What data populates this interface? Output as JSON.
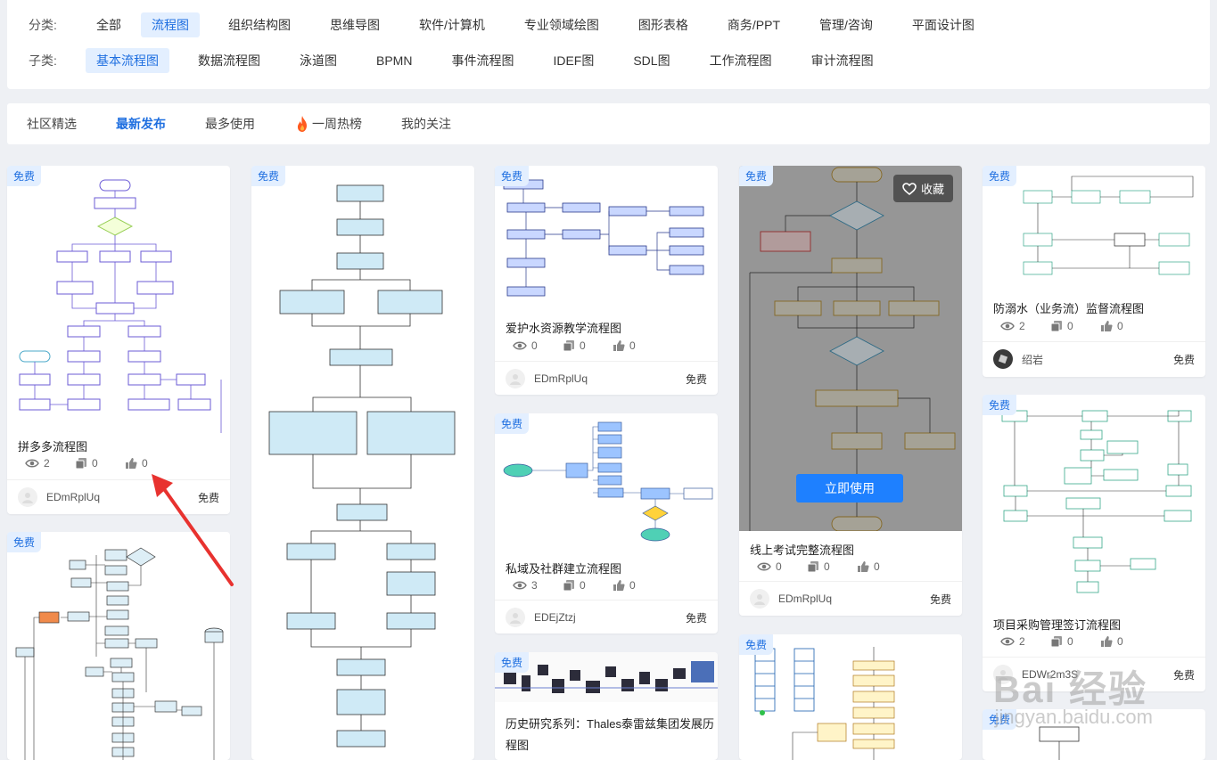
{
  "filters": {
    "category_label": "分类:",
    "categories": [
      "全部",
      "流程图",
      "组织结构图",
      "思维导图",
      "软件/计算机",
      "专业领域绘图",
      "图形表格",
      "商务/PPT",
      "管理/咨询",
      "平面设计图"
    ],
    "subcategory_label": "子类:",
    "subcategories": [
      "基本流程图",
      "数据流程图",
      "泳道图",
      "BPMN",
      "事件流程图",
      "IDEF图",
      "SDL图",
      "工作流程图",
      "审计流程图"
    ]
  },
  "sort_tabs": [
    "社区精选",
    "最新发布",
    "最多使用",
    "一周热榜",
    "我的关注"
  ],
  "cards": [
    {
      "badge": "免费",
      "title": "拼多多流程图",
      "views": "2",
      "copies": "0",
      "likes": "0",
      "author": "EDmRplUq",
      "price": "免费"
    },
    {
      "badge": "免费"
    },
    {
      "badge": "免费"
    },
    {
      "badge": "免费",
      "title": "爱护水资源教学流程图",
      "views": "0",
      "copies": "0",
      "likes": "0",
      "author": "EDmRplUq",
      "price": "免费"
    },
    {
      "badge": "免费",
      "title": "私域及社群建立流程图",
      "views": "3",
      "copies": "0",
      "likes": "0",
      "author": "EDEjZtzj",
      "price": "免费"
    },
    {
      "badge": "免费",
      "title": "历史研究系列：Thales泰雷兹集团发展历",
      "title2": "程图"
    },
    {
      "badge": "免费",
      "title": "线上考试完整流程图",
      "views": "0",
      "copies": "0",
      "likes": "0",
      "author": "EDmRplUq",
      "price": "免费",
      "collect": "收藏",
      "use": "立即使用"
    },
    {
      "badge": "免费"
    },
    {
      "badge": "免费",
      "title": "防溺水（业务流）监督流程图",
      "views": "2",
      "copies": "0",
      "likes": "0",
      "author": "绍岩",
      "price": "免费"
    },
    {
      "badge": "免费",
      "title": "项目采购管理签订流程图",
      "views": "2",
      "copies": "0",
      "likes": "0",
      "author": "EDWr2m3S",
      "price": "免费"
    },
    {
      "badge": "免费"
    }
  ],
  "watermark": {
    "main": "Bai 经验",
    "sub": "jingyan.baidu.com"
  },
  "colors": {
    "accent": "#1e80ff",
    "badge_bg": "#e3efff",
    "arrow": "#e8322f",
    "fire": "#ff5a1f"
  },
  "icons": {
    "views": "eye-icon",
    "copies": "copy-icon",
    "likes": "thumb-up-icon",
    "hot": "fire-icon",
    "collect": "heart-icon"
  }
}
